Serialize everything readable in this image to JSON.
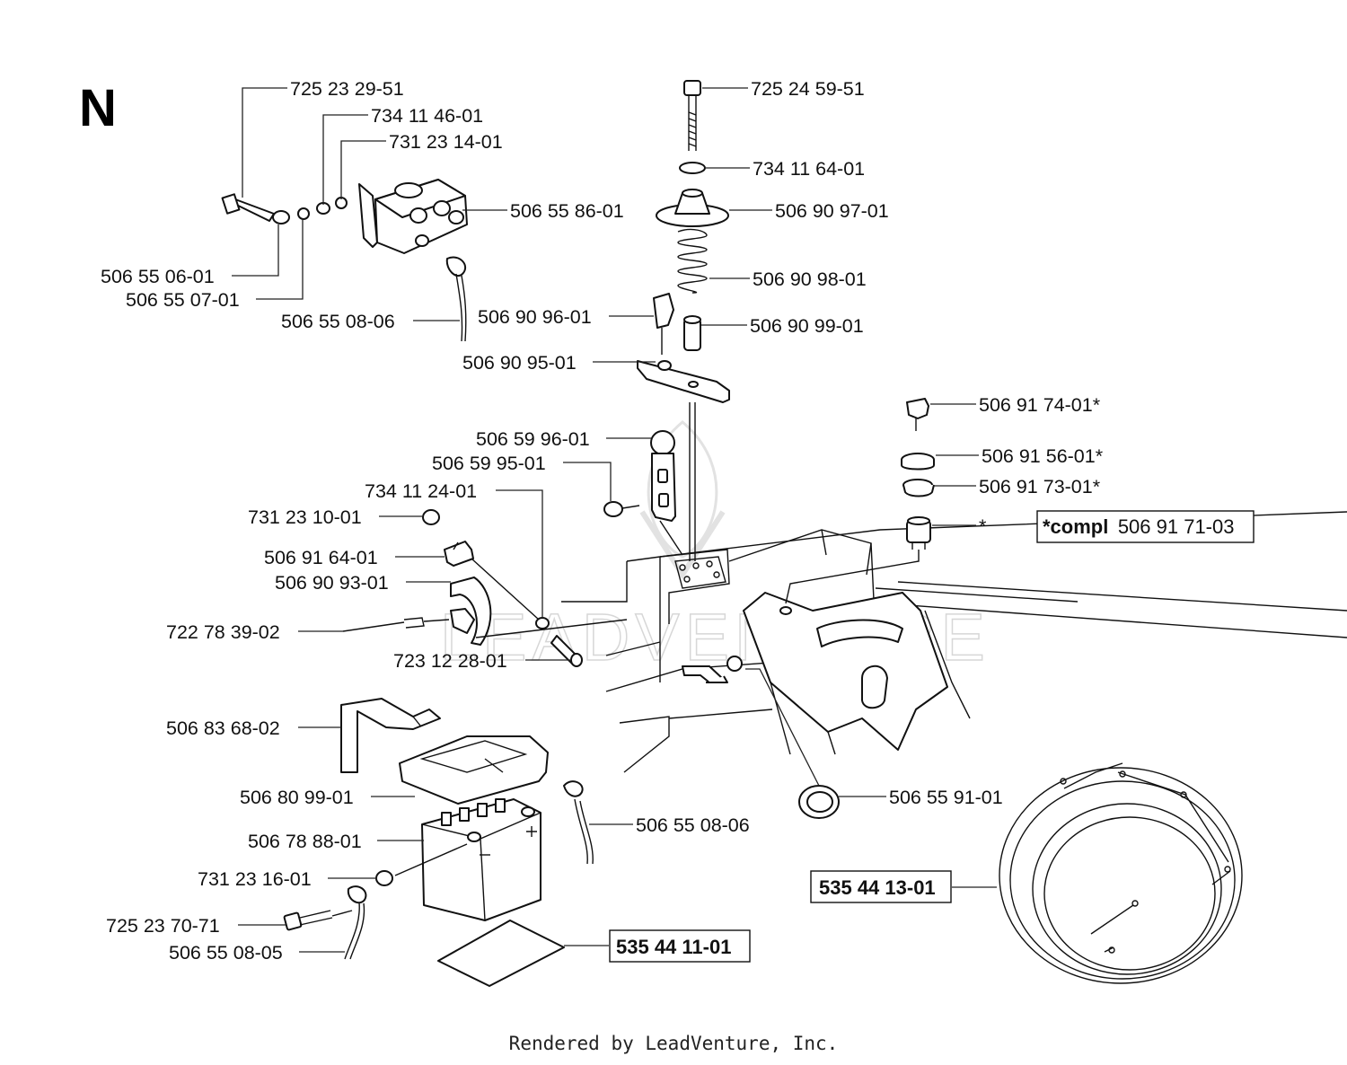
{
  "section": "N",
  "watermark": "LEADVENTURE",
  "footer": "Rendered by LeadVenture, Inc.",
  "labels": {
    "p72523_2951": "725 23 29-51",
    "p73411_4601": "734 11 46-01",
    "p73123_1401": "731 23 14-01",
    "p50655_8601": "506 55 86-01",
    "p50655_0601": "506 55 06-01",
    "p50655_0701": "506 55 07-01",
    "p50655_0806a": "506 55 08-06",
    "p72524_5951": "725 24 59-51",
    "p73411_6401": "734 11 64-01",
    "p50690_9701": "506 90 97-01",
    "p50690_9801": "506 90 98-01",
    "p50690_9601": "506 90 96-01",
    "p50690_9901": "506 90 99-01",
    "p50690_9501": "506 90 95-01",
    "p50691_7401": "506 91 74-01*",
    "p50691_5601": "506 91 56-01*",
    "p50691_7301": "506 91 73-01*",
    "star": "*",
    "compl_bold": "*compl",
    "compl_num": "506 91 71-03",
    "p50659_9601": "506 59 96-01",
    "p50659_9501": "506 59 95-01",
    "p73411_2401": "734 11 24-01",
    "p73123_1001": "731 23 10-01",
    "p50691_6401": "506 91 64-01",
    "p50690_9301": "506 90 93-01",
    "p72278_3902": "722 78 39-02",
    "p72312_2801": "723 12 28-01",
    "p50683_6802": "506 83 68-02",
    "p50680_9901": "506 80 99-01",
    "p50678_8801": "506 78 88-01",
    "p73123_1601": "731 23 16-01",
    "p72523_7071": "725 23 70-71",
    "p50655_0805": "506 55 08-05",
    "p50655_0806b": "506 55 08-06",
    "p50655_9101": "506 55 91-01",
    "p53544_1301": "535 44 13-01",
    "p53544_1101": "535 44 11-01"
  }
}
